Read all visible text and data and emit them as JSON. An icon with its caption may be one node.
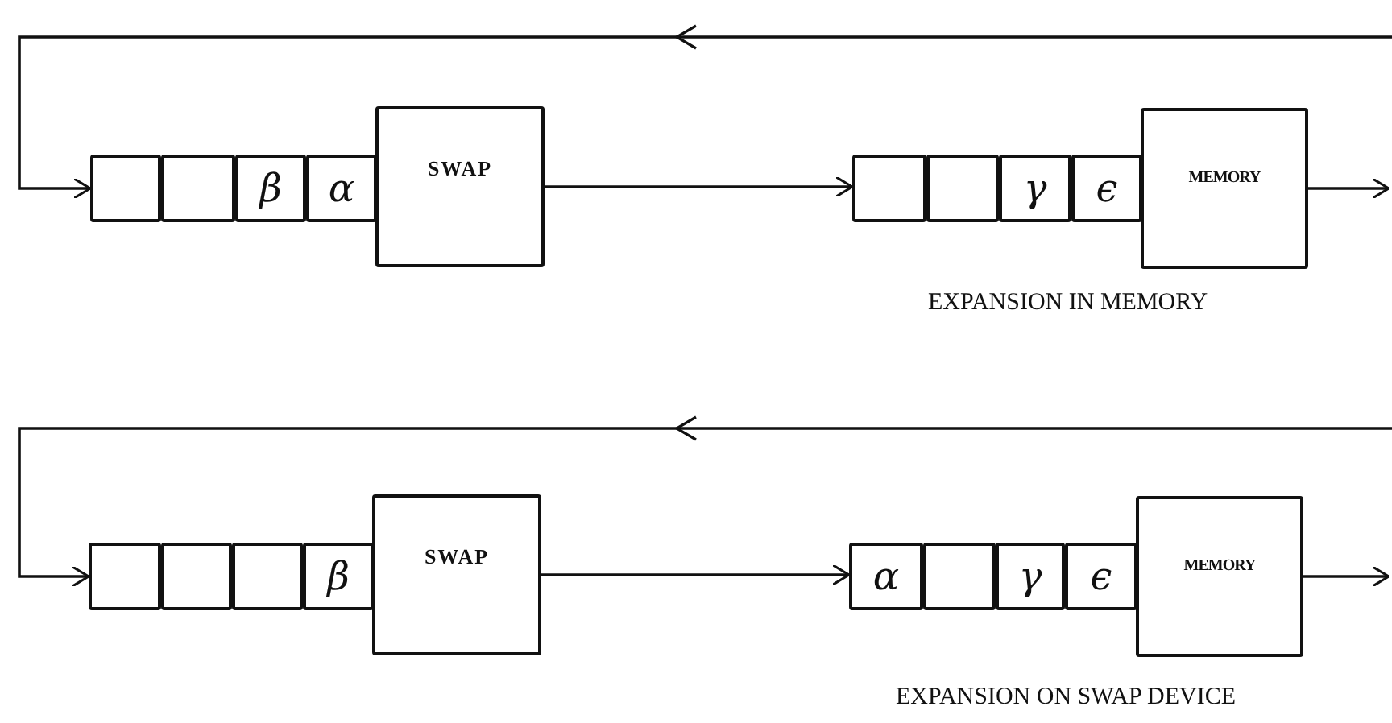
{
  "diagram": {
    "nodes": [
      {
        "text": [],
        "shape": "box"
      },
      {
        "text": [],
        "shape": "box"
      },
      {
        "text": [
          "β"
        ]
      },
      {
        "text": [
          "α"
        ]
      },
      {
        "text": [
          "SWAP"
        ]
      },
      {
        "text": [],
        "shape": "box"
      },
      {
        "text": [],
        "shape": "box"
      },
      {
        "text": [
          "γ"
        ]
      },
      {
        "text": [
          "ϵ"
        ]
      },
      {
        "text": [
          "MEMORY"
        ]
      },
      {
        "text": [],
        "shape": "box"
      },
      {
        "text": [],
        "shape": "box"
      },
      {
        "text": [],
        "shape": "box"
      },
      {
        "text": [
          "β"
        ]
      },
      {
        "text": [
          "SWAP"
        ]
      },
      {
        "text": [
          "α"
        ]
      },
      {
        "text": [],
        "shape": "box"
      },
      {
        "text": [
          "γ"
        ]
      },
      {
        "text": [
          "ϵ"
        ]
      },
      {
        "text": [
          "MEMORY"
        ]
      }
    ],
    "edges": [
      {
        "from": null,
        "to": 0,
        "arrow": "to"
      },
      {
        "from": 4,
        "to": 5,
        "arrow": "to"
      },
      {
        "from": 9,
        "to": null,
        "arrow": "to"
      },
      {
        "from": null,
        "to": 10,
        "arrow": "to"
      },
      {
        "from": 14,
        "to": 15,
        "arrow": "to"
      },
      {
        "from": 19,
        "to": null,
        "arrow": "to"
      }
    ],
    "labels": [
      "EXPANSION IN MEMORY",
      "EXPANSION ON SWAP DEVICE"
    ]
  }
}
